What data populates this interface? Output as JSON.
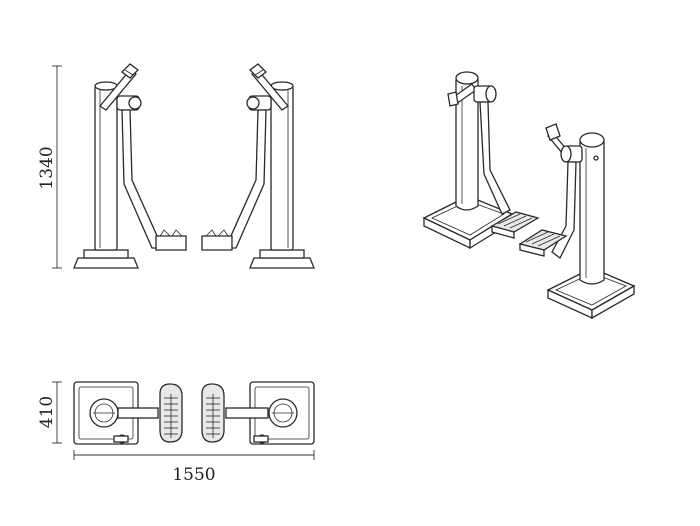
{
  "dimensions": {
    "height": "1340",
    "depth": "410",
    "width": "1550"
  }
}
